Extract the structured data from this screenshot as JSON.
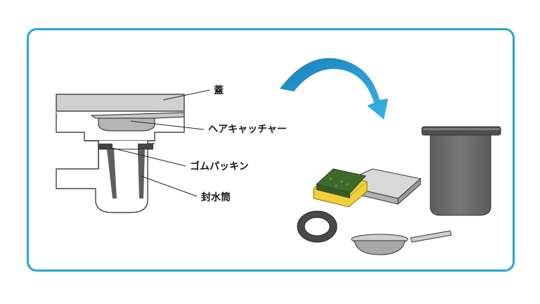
{
  "labels": {
    "lid": "蓋",
    "hair_catcher": "ヘアキャッチャー",
    "gasket": "ゴムパッキン",
    "trap": "封水筒"
  },
  "colors": {
    "frame_border": "#29a3d6",
    "arrow": "#1f95cf",
    "lid_fill": "#d0d0d0",
    "catcher_fill": "#b5b5b5",
    "trap_fill": "#6e6e6e",
    "sponge_green": "#3f6b2a",
    "sponge_yellow": "#f2cf3a"
  },
  "icons": {
    "arrow": "curved-arrow-icon",
    "sponge": "sponge-icon"
  }
}
